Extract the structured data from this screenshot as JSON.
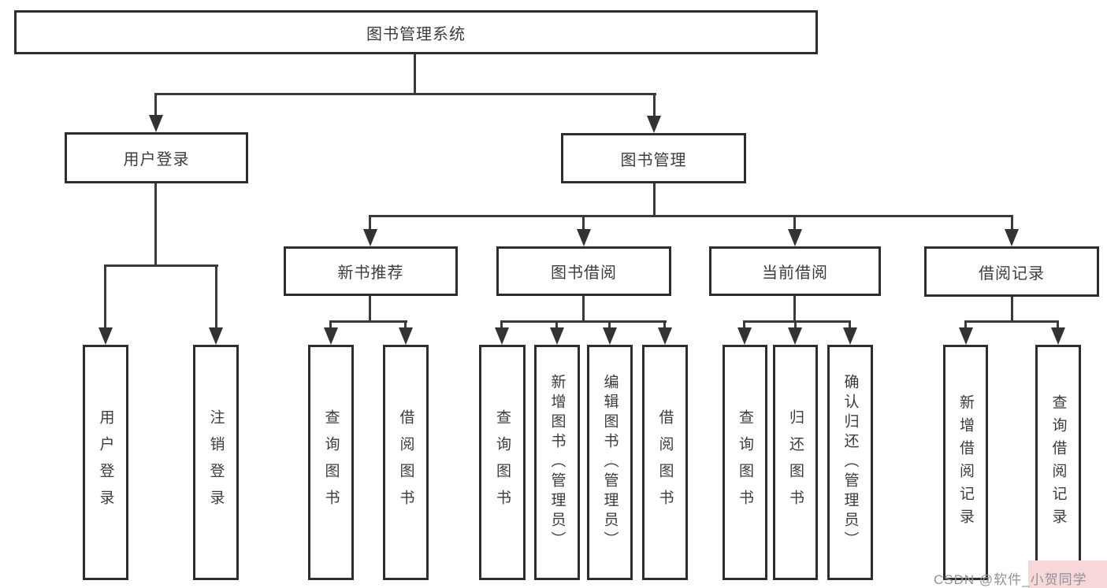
{
  "tree": {
    "root": {
      "label": "图书管理系统",
      "children": [
        {
          "label": "用户登录",
          "children": [
            {
              "label": "用户登录"
            },
            {
              "label": "注销登录"
            }
          ]
        },
        {
          "label": "图书管理",
          "children": [
            {
              "label": "新书推荐",
              "children": [
                {
                  "label": "查询图书"
                },
                {
                  "label": "借阅图书"
                }
              ]
            },
            {
              "label": "图书借阅",
              "children": [
                {
                  "label": "查询图书"
                },
                {
                  "label": "新增图书（管理员）"
                },
                {
                  "label": "编辑图书（管理员）"
                },
                {
                  "label": "借阅图书"
                }
              ]
            },
            {
              "label": "当前借阅",
              "children": [
                {
                  "label": "查询图书"
                },
                {
                  "label": "归还图书"
                },
                {
                  "label": "确认归还（管理员）"
                }
              ]
            },
            {
              "label": "借阅记录",
              "children": [
                {
                  "label": "新增借阅记录"
                },
                {
                  "label": "查询借阅记录"
                }
              ]
            }
          ]
        }
      ]
    }
  },
  "watermark": {
    "text": "CSDN @软件_小贺同学",
    "text_color": "#8d9399",
    "highlight_color": "#f7d7d7"
  },
  "colors": {
    "line": "#3a3a3a",
    "box_border": "#2d2d2d",
    "background": "#ffffff"
  }
}
